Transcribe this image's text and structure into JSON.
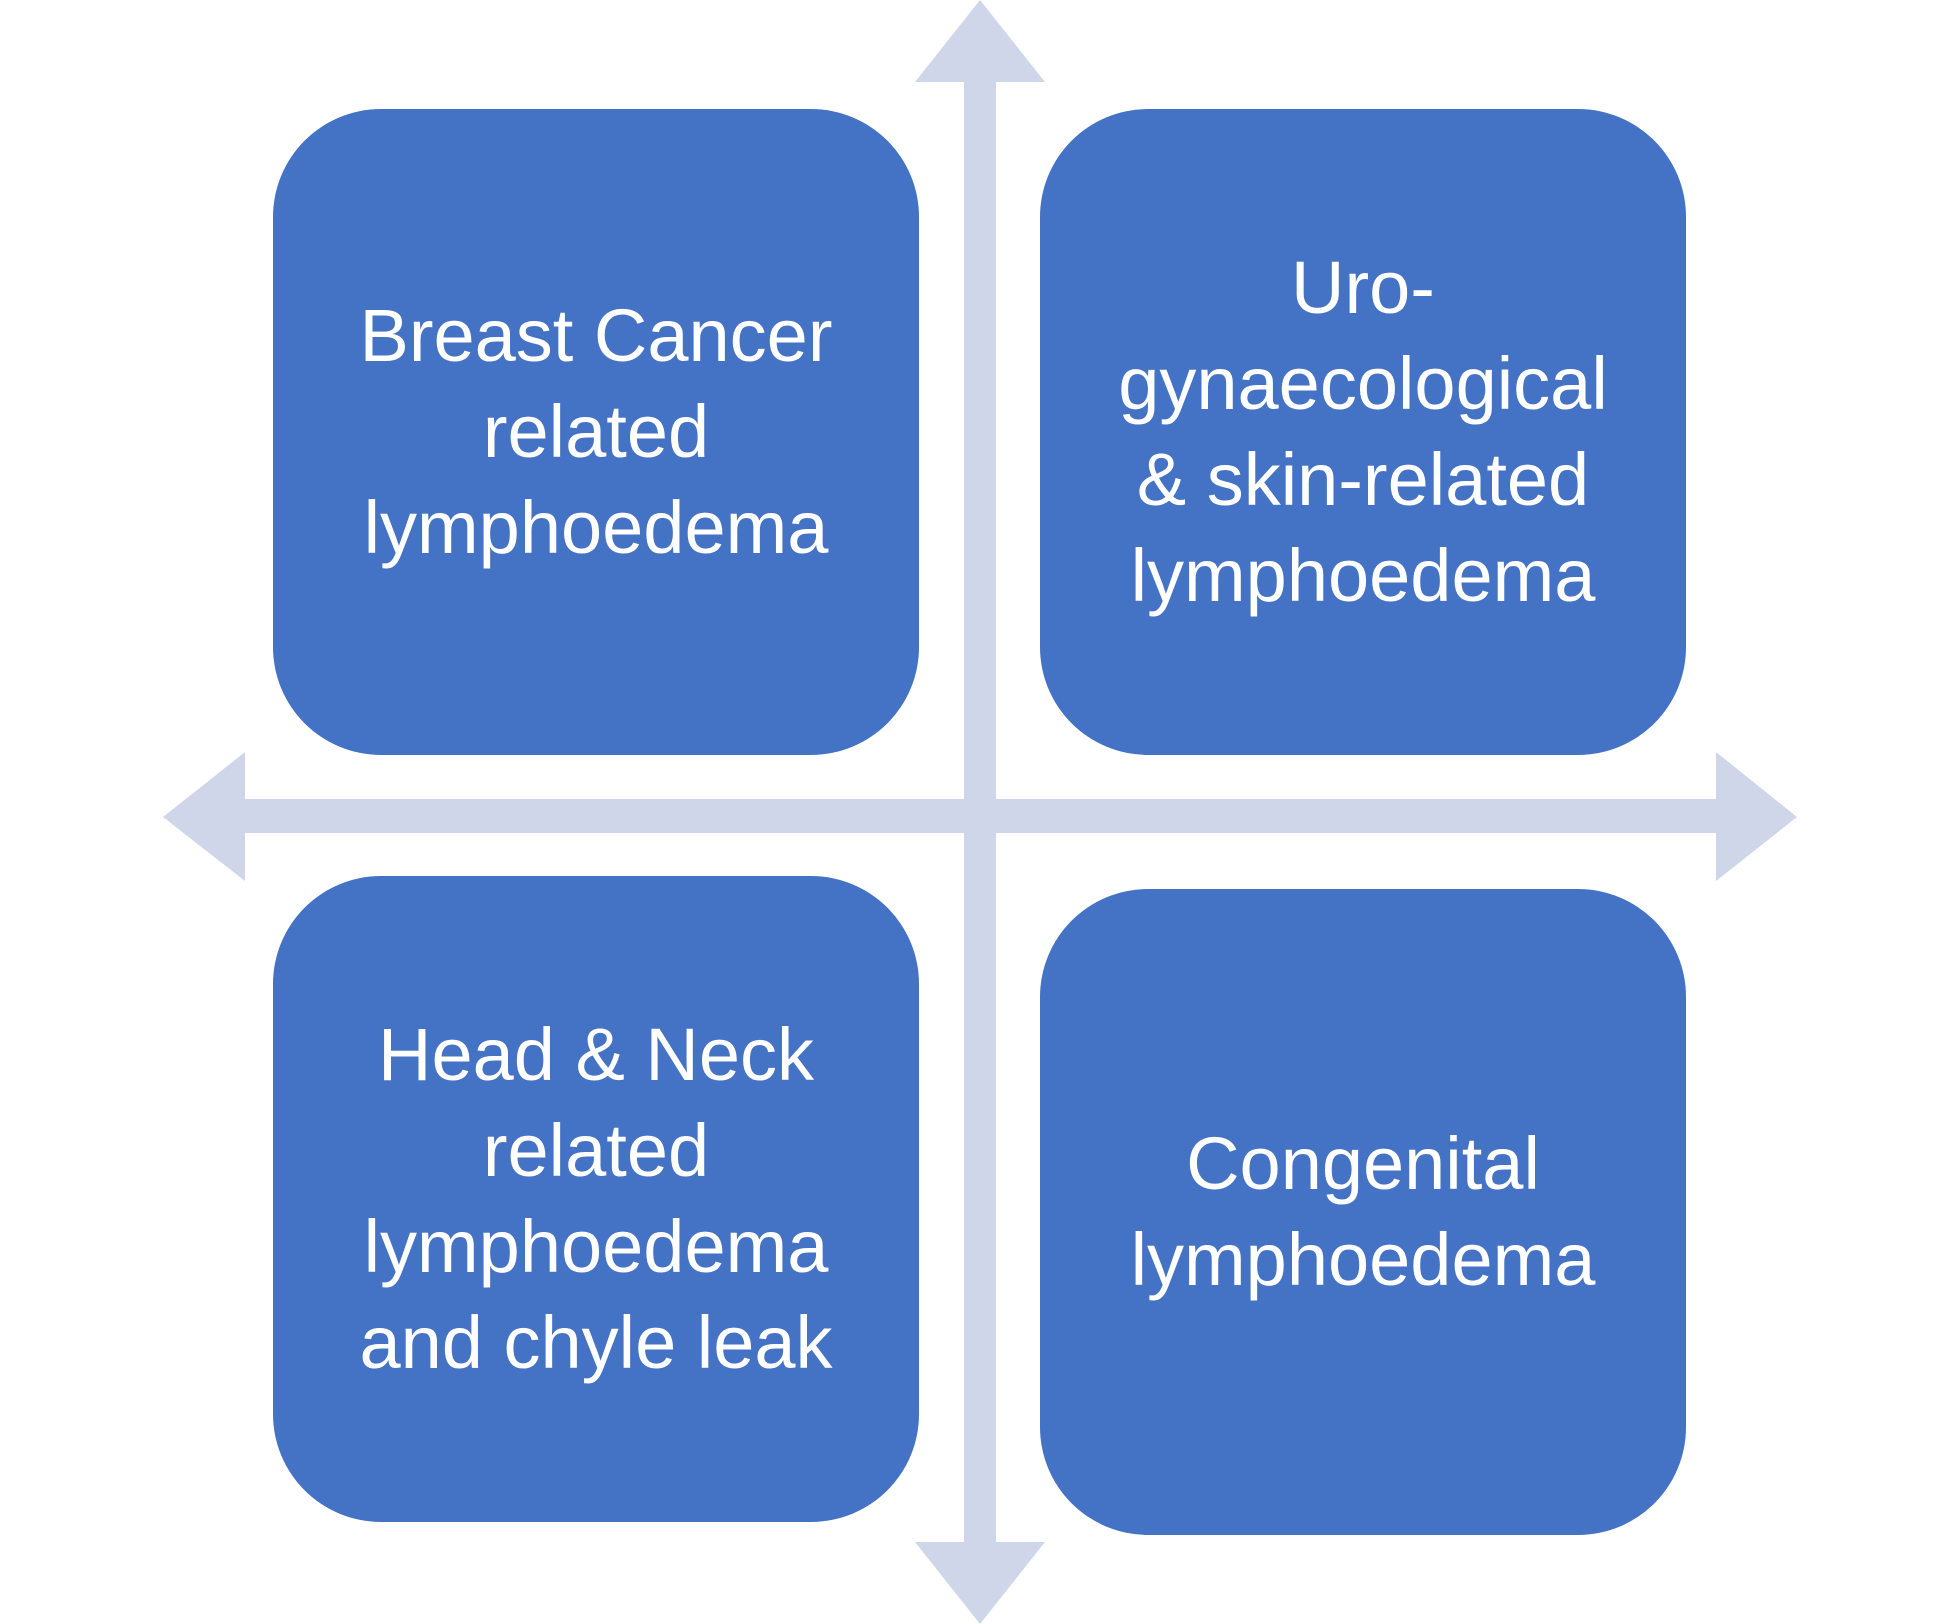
{
  "colors": {
    "quadrant_fill": "#4472c4",
    "arrow_fill": "#d0d6ea",
    "text": "#ffffff",
    "background": "#ffffff"
  },
  "quadrants": [
    {
      "id": "top-left",
      "text": "Breast Cancer\nrelated\nlymphoedema"
    },
    {
      "id": "top-right",
      "text": "Uro-\ngynaecological\n& skin-related\nlymphoedema"
    },
    {
      "id": "bottom-left",
      "text": "Head & Neck\nrelated\nlymphoedema\nand chyle leak"
    },
    {
      "id": "bottom-right",
      "text": "Congenital\nlymphoedema"
    }
  ]
}
